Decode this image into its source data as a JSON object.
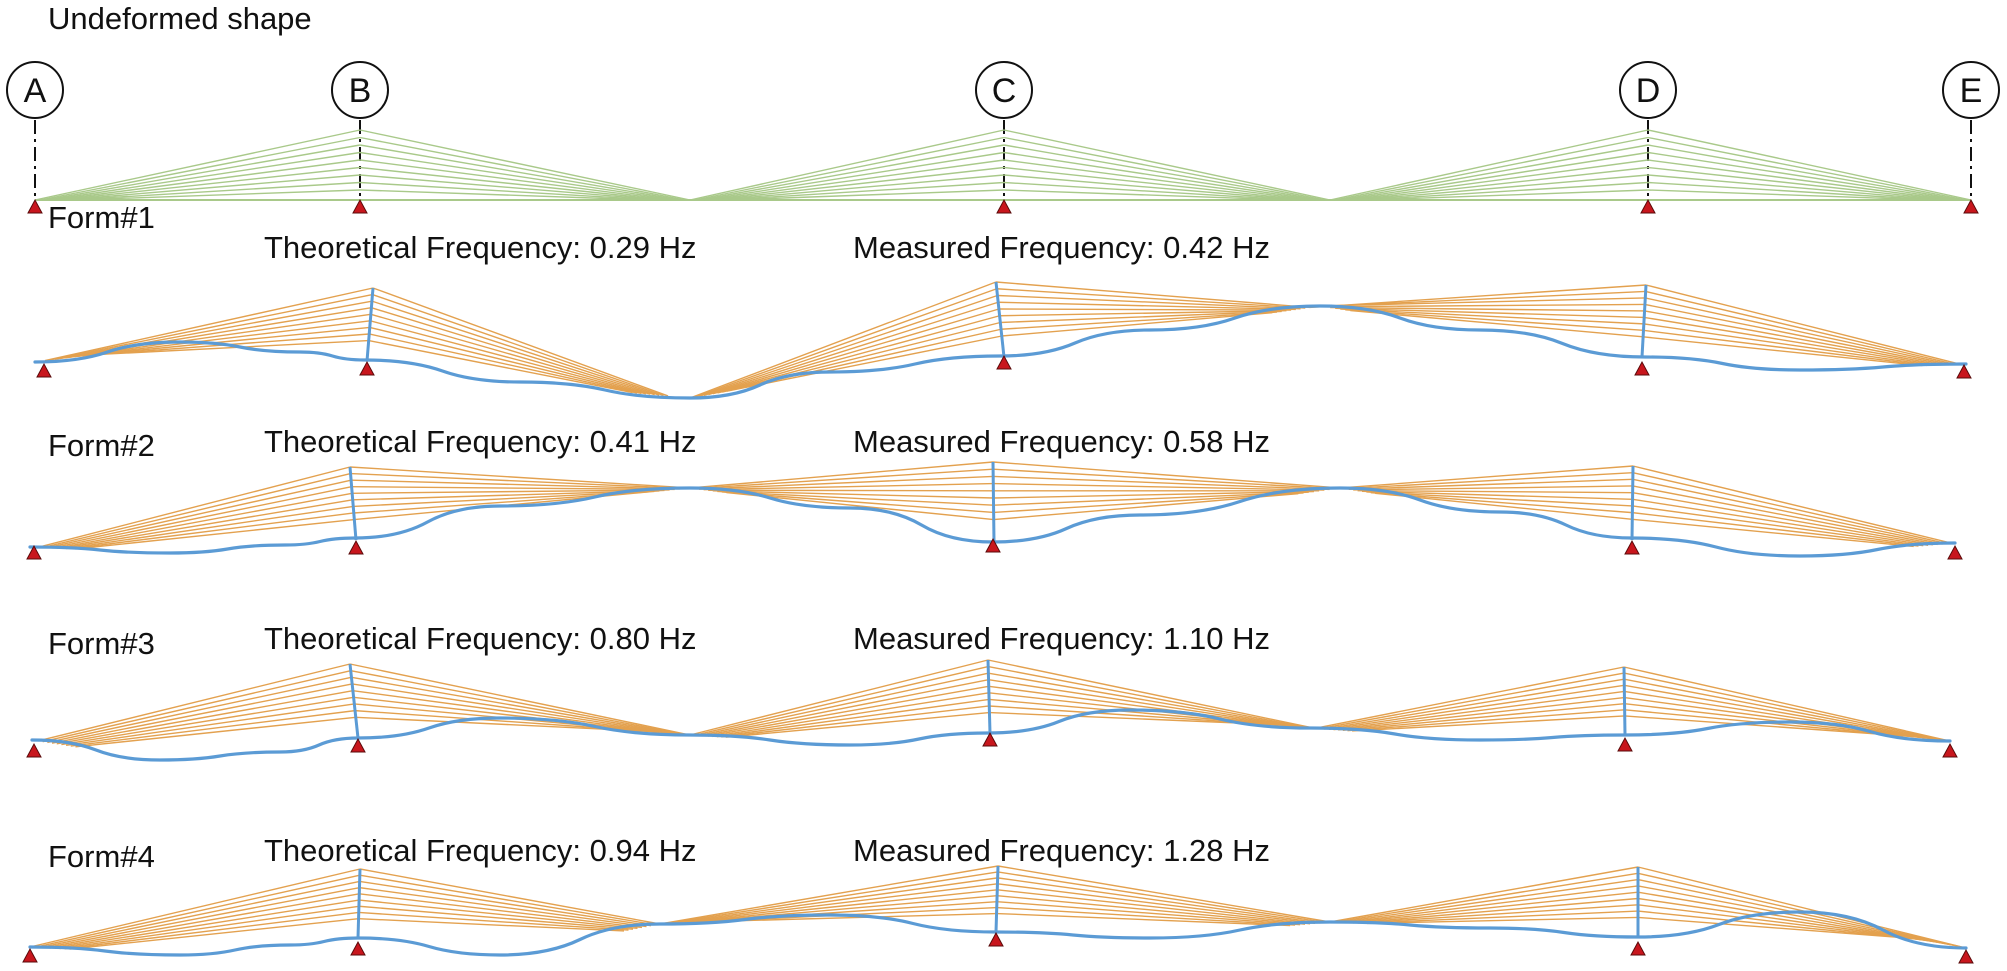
{
  "title": "Undeformed shape",
  "axes": [
    "A",
    "B",
    "C",
    "D",
    "E"
  ],
  "modes": [
    {
      "label": "Form#1",
      "theoretical": "Theoretical Frequency: 0.29 Hz",
      "measured": "Measured Frequency: 0.42 Hz"
    },
    {
      "label": "Form#2",
      "theoretical": "Theoretical Frequency: 0.41 Hz",
      "measured": "Measured Frequency: 0.58 Hz"
    },
    {
      "label": "Form#3",
      "theoretical": "Theoretical Frequency: 0.80 Hz",
      "measured": "Measured Frequency: 1.10 Hz"
    },
    {
      "label": "Form#4",
      "theoretical": "Theoretical Frequency: 0.94 Hz",
      "measured": "Measured Frequency: 1.28 Hz"
    }
  ],
  "colors": {
    "undeformed_cables": "#a9c98a",
    "deformed_cables": "#e3a14f",
    "deck": "#5b9bd5",
    "support": "#c8161d",
    "text": "#111111"
  }
}
